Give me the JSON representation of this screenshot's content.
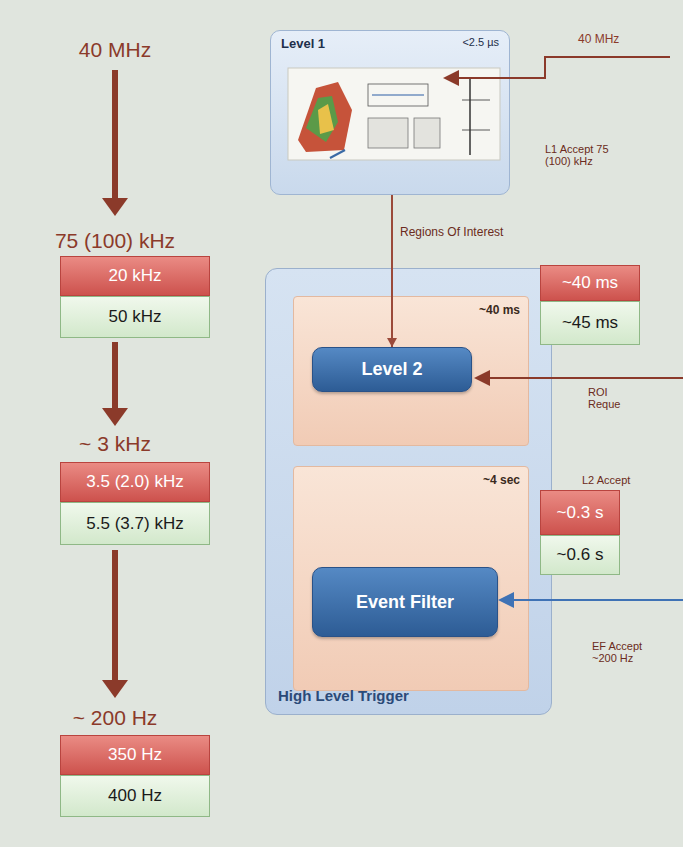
{
  "diagram": {
    "nodes": [
      {
        "text": [
          "Level 1",
          "<2.5 µs"
        ]
      },
      {
        "text": [
          "High Level Trigger"
        ]
      },
      {
        "text": [
          "~40 ms"
        ],
        "in": 1
      },
      {
        "text": [
          "Level 2"
        ],
        "in": 2
      },
      {
        "text": [
          "~4 sec"
        ],
        "in": 1
      },
      {
        "text": [
          "Event Filter"
        ],
        "in": 4
      },
      {
        "text": [
          "20 kHz"
        ]
      },
      {
        "text": [
          "50 kHz"
        ]
      },
      {
        "text": [
          "3.5 (2.0) kHz"
        ]
      },
      {
        "text": [
          "5.5 (3.7) kHz"
        ]
      },
      {
        "text": [
          "350 Hz"
        ]
      },
      {
        "text": [
          "400 Hz"
        ]
      },
      {
        "text": [
          "~40 ms"
        ]
      },
      {
        "text": [
          "~45 ms"
        ]
      },
      {
        "text": [
          "~0.3 s"
        ]
      },
      {
        "text": [
          "~0.6 s"
        ]
      }
    ],
    "edges": [
      {
        "from": 0,
        "to": 3,
        "label": "Regions Of Interest",
        "arrow": "to"
      }
    ],
    "labels": [
      "40 MHz",
      "75 (100) kHz",
      "~ 3 kHz",
      "~ 200 Hz",
      "40 MHz",
      "L1 Accept 75 (100) kHz",
      "ROI Reque",
      "L2 Accept",
      "EF Accept ~200 Hz"
    ]
  }
}
